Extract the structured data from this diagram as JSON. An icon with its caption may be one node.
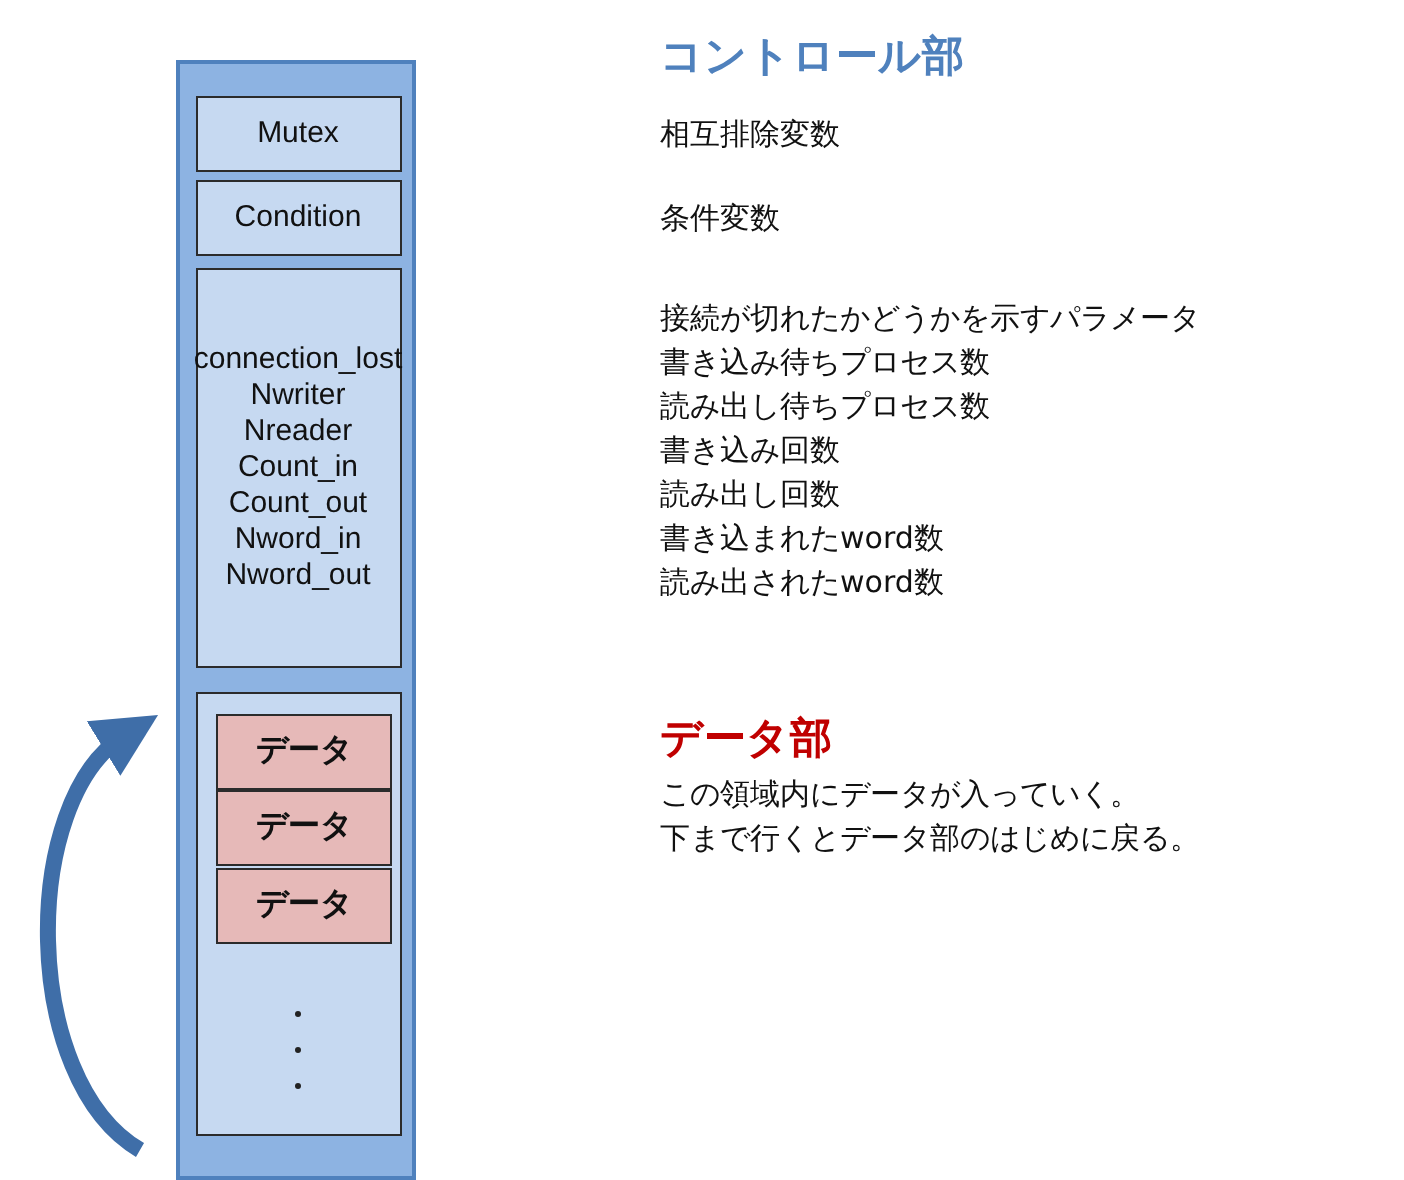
{
  "diagram": {
    "nodes": [
      {
        "text": [],
        "shape": "box"
      },
      {
        "text": [
          "Mutex"
        ],
        "in": 0
      },
      {
        "text": [
          "Condition"
        ],
        "in": 0
      },
      {
        "text": [
          "connection_lost",
          "Nwriter",
          "Nreader",
          "Count_in",
          "Count_out",
          "Nword_in",
          "Nword_out"
        ],
        "in": 0
      },
      {
        "text": [],
        "shape": "box",
        "in": 0
      },
      {
        "text": [
          "データ"
        ],
        "in": 4
      },
      {
        "text": [
          "データ"
        ],
        "in": 4
      },
      {
        "text": [
          "データ"
        ],
        "in": 4
      }
    ],
    "labels": [
      "コントロール部",
      "相互排除変数",
      "条件変数",
      "接続が切れたかどうかを示すパラメータ",
      "書き込み待ちプロセス数",
      "読み出し待ちプロセス数",
      "書き込み回数",
      "読み出し回数",
      "書き込まれたword数",
      "読み出されたword数",
      "データ部",
      "この領域内にデータが入っていく。",
      "下まで行くとデータ部のはじめに戻る。"
    ]
  }
}
